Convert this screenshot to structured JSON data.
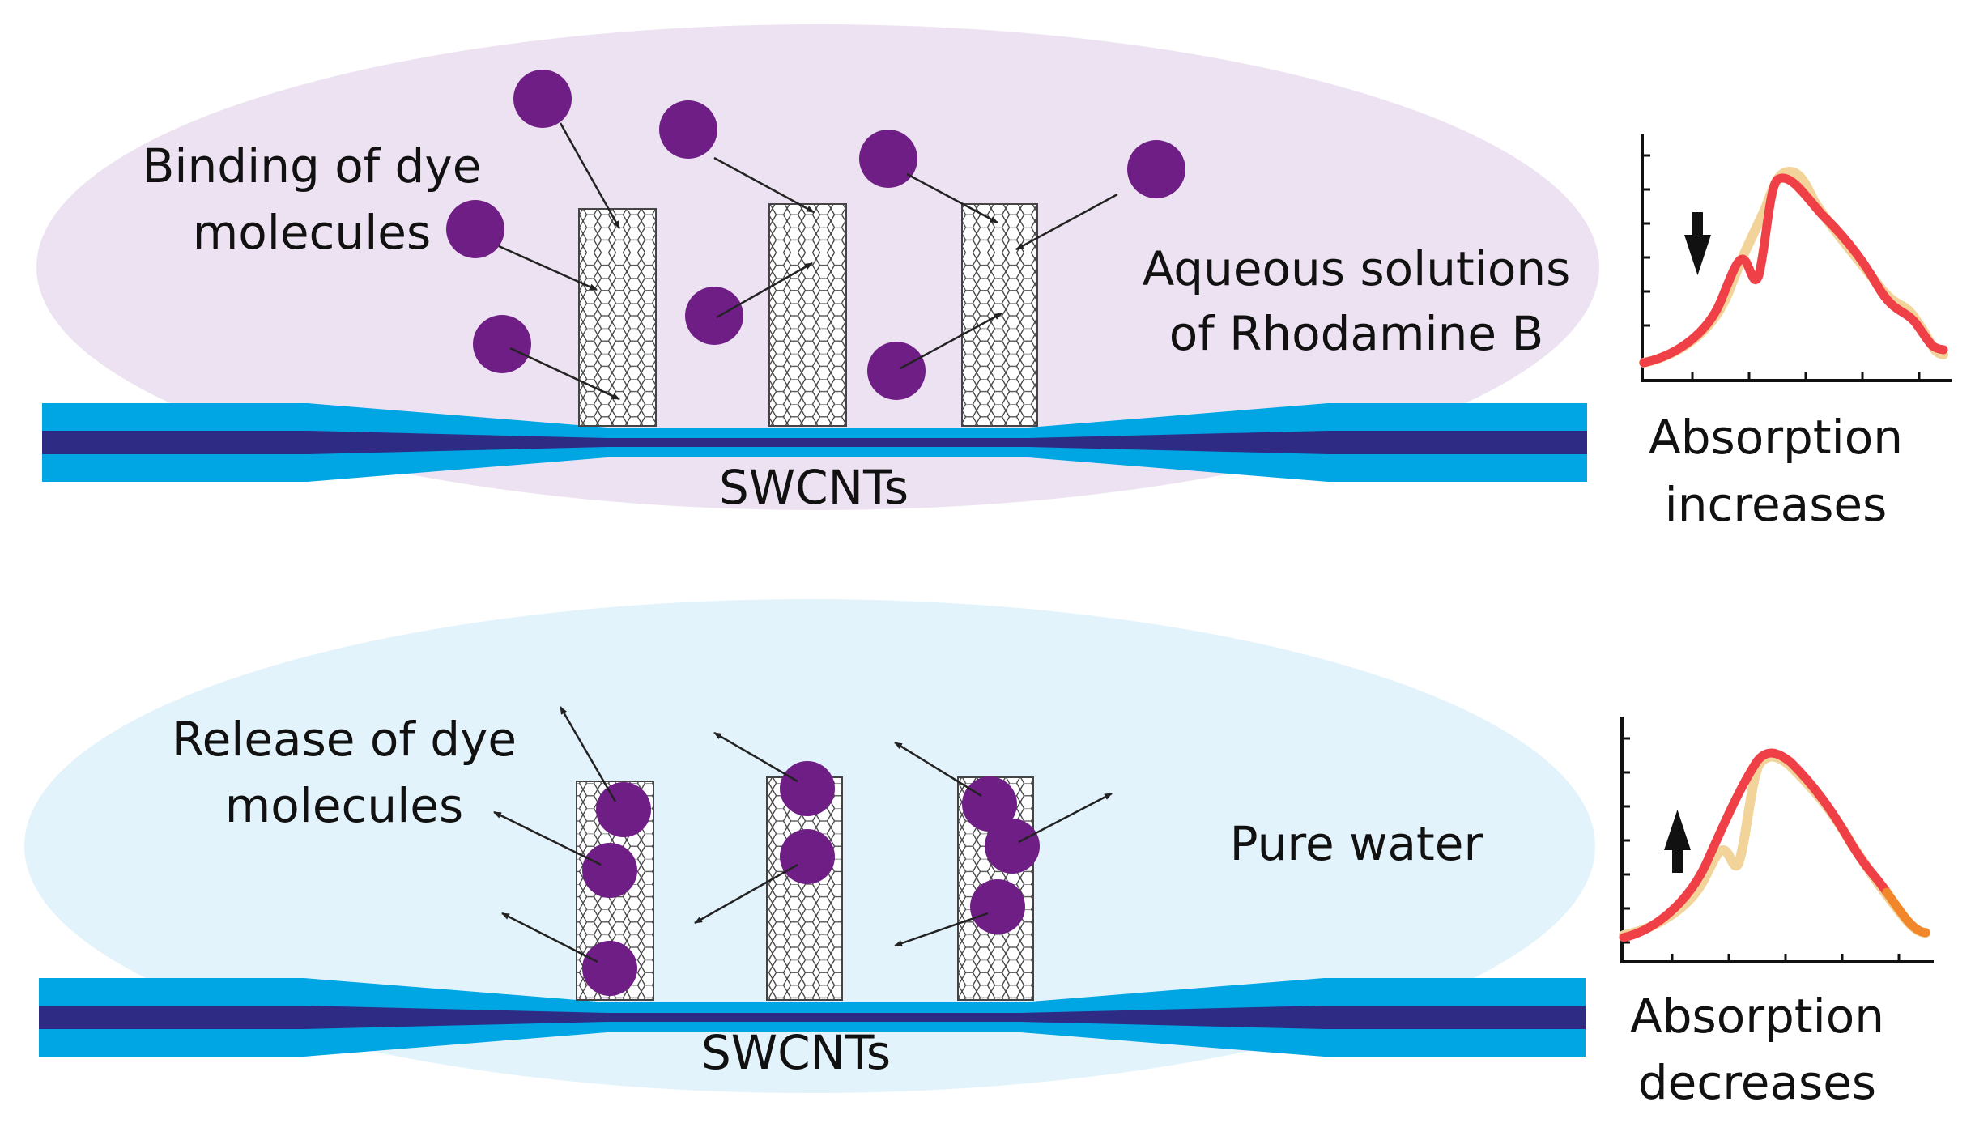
{
  "colors": {
    "top_solution": "#EDE2F1",
    "bottom_solution": "#E3F3FB",
    "fiber_cladding": "#00A5E3",
    "fiber_core": "#2E2B85",
    "dye": "#6F1E86",
    "tube": "#444444",
    "curve_dye": "#F2D39A",
    "curve_water": "#EF4047"
  },
  "top": {
    "annotation_binding": [
      "Binding of dye",
      "molecules"
    ],
    "solution_label": [
      "Aqueous solutions",
      "of Rhodamine B"
    ],
    "fiber_label": "SWCNTs",
    "result_label": [
      "Absorption",
      "increases"
    ],
    "arrow_direction": "down"
  },
  "bottom": {
    "annotation_release": [
      "Release of dye",
      "molecules"
    ],
    "solution_label": "Pure water",
    "fiber_label": "SWCNTs",
    "result_label": [
      "Absorption",
      "decreases"
    ],
    "arrow_direction": "up"
  }
}
